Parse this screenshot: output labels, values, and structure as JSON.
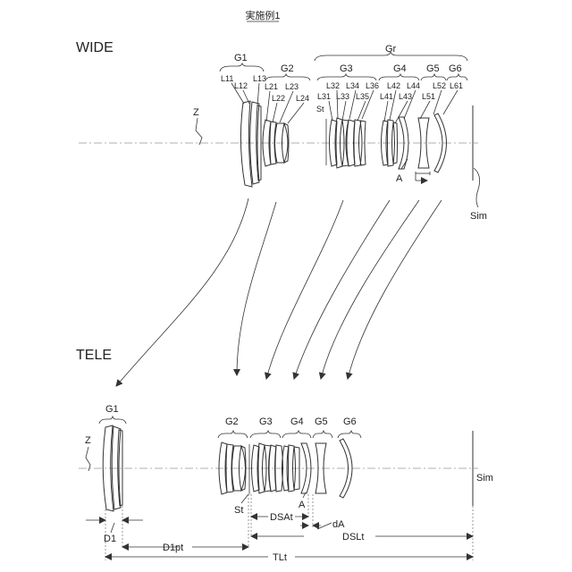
{
  "title": "実施例1",
  "wide": {
    "mode": "WIDE",
    "axis_label": "Z",
    "groups": [
      "G1",
      "G2",
      "G3",
      "G4",
      "G5",
      "G6"
    ],
    "rear_group": "Gr",
    "lenses": [
      "L11",
      "L12",
      "L13",
      "L21",
      "L22",
      "L23",
      "L24",
      "L31",
      "L32",
      "L33",
      "L34",
      "L35",
      "L36",
      "L41",
      "L42",
      "L43",
      "L44",
      "L51",
      "L52",
      "L61"
    ],
    "stop": "St",
    "a_mark": "A",
    "image_plane": "Sim"
  },
  "tele": {
    "mode": "TELE",
    "axis_label": "Z",
    "groups": [
      "G1",
      "G2",
      "G3",
      "G4",
      "G5",
      "G6"
    ],
    "stop": "St",
    "a_mark": "A",
    "image_plane": "Sim",
    "dims": [
      "D1",
      "D1pt",
      "DSAt",
      "dA",
      "DSLt",
      "TLt"
    ]
  }
}
